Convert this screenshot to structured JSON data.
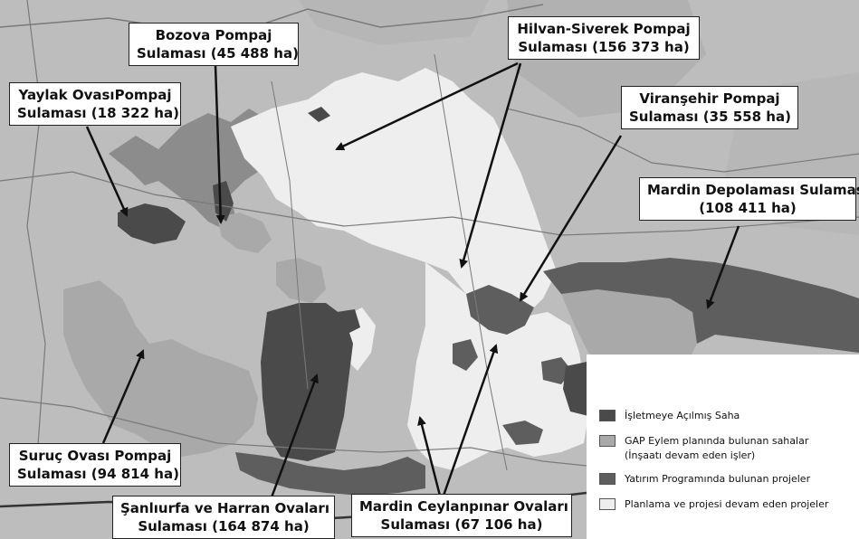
{
  "colors": {
    "base": "#bdbdbd",
    "operational": "#4a4a4a",
    "gap_action": "#a9a9a9",
    "investment": "#5e5e5e",
    "planning": "#eeeeee",
    "road": "#7a7a7a",
    "water": "#8c8c8c"
  },
  "labels": [
    {
      "id": "yaylak",
      "line1": "Yaylak OvasıPompaj",
      "line2": "Sulaması (18 322 ha)"
    },
    {
      "id": "bozova",
      "line1": "Bozova Pompaj",
      "line2": "Sulaması (45 488 ha)"
    },
    {
      "id": "hilvan",
      "line1": "Hilvan-Siverek Pompaj",
      "line2": "Sulaması (156 373 ha)"
    },
    {
      "id": "viransehir",
      "line1": "Viranşehir Pompaj",
      "line2": "Sulaması (35 558 ha)"
    },
    {
      "id": "mardin-depo",
      "line1": "Mardin Depolaması Sulaması",
      "line2": "(108 411 ha)"
    },
    {
      "id": "suruc",
      "line1": "Suruç Ovası Pompaj",
      "line2": "Sulaması (94 814 ha)"
    },
    {
      "id": "sanliurfa",
      "line1": "Şanlıurfa ve Harran Ovaları",
      "line2": "Sulaması (164 874 ha)"
    },
    {
      "id": "ceylanpinar",
      "line1": "Mardin Ceylanpınar Ovaları",
      "line2": "Sulaması (67 106 ha)"
    }
  ],
  "legend": [
    {
      "key": "operational",
      "line1": "İşletmeye Açılmış Saha",
      "line2": ""
    },
    {
      "key": "gap_action",
      "line1": "GAP Eylem planında bulunan sahalar",
      "line2": "(İnşaatı devam eden işler)"
    },
    {
      "key": "investment",
      "line1": "Yatırım Programında bulunan projeler",
      "line2": ""
    },
    {
      "key": "planning",
      "line1": "Planlama ve projesi devam eden projeler",
      "line2": ""
    }
  ]
}
